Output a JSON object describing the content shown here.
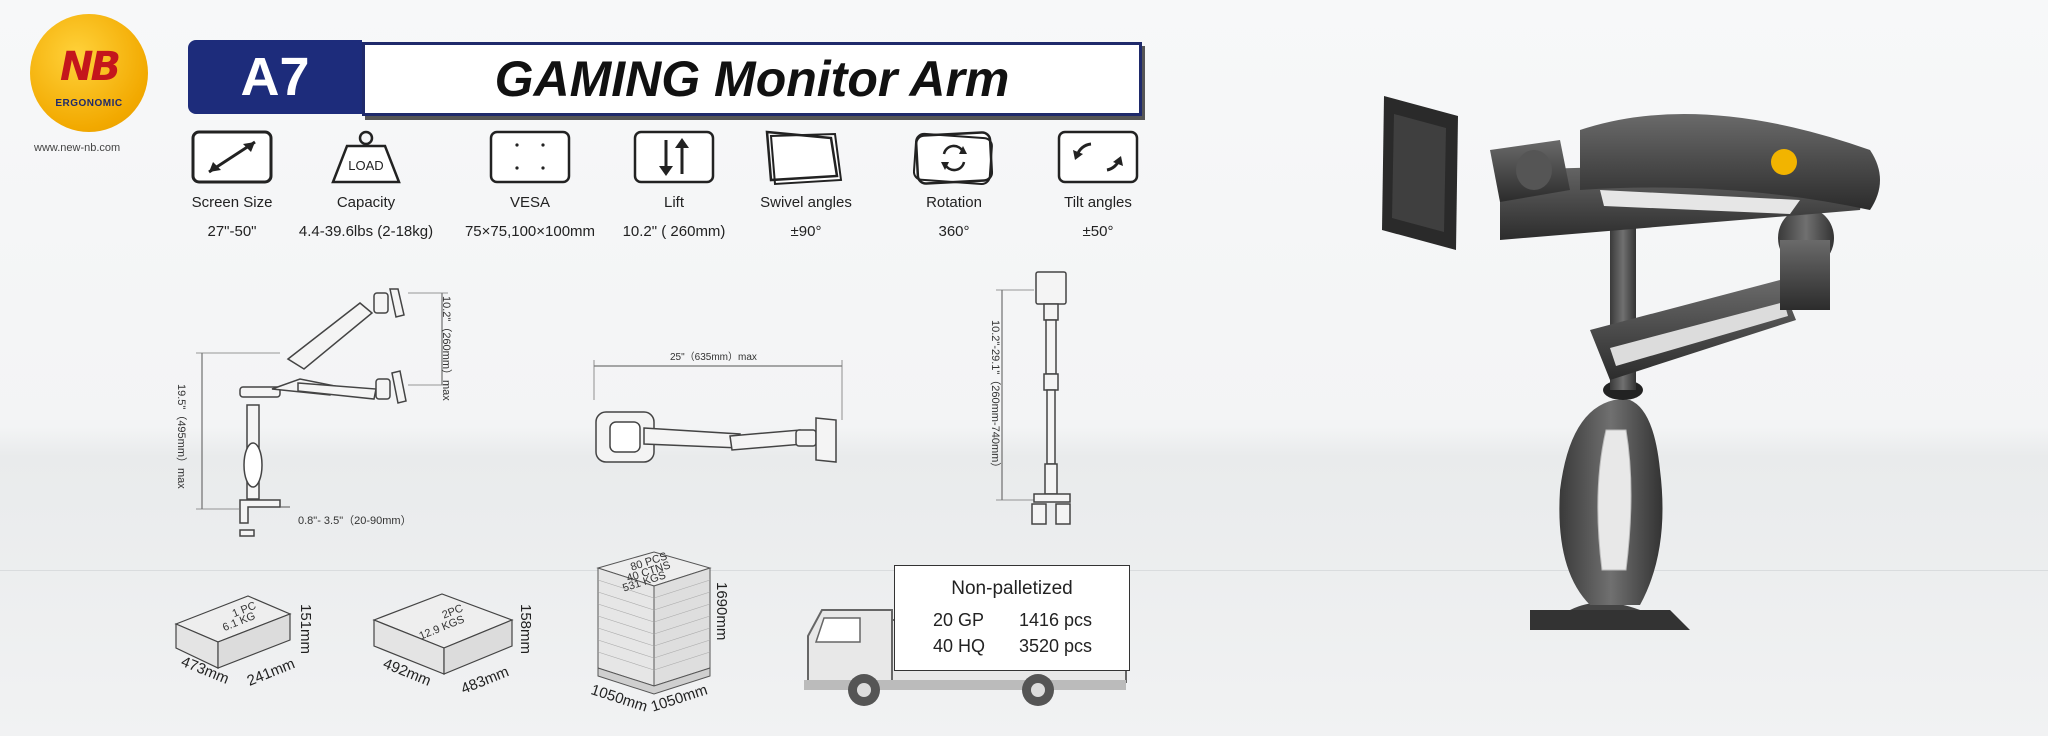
{
  "brand": {
    "logo_text": "NB",
    "logo_sub": "ERGONOMIC",
    "website": "www.new-nb.com"
  },
  "title": {
    "model": "A7",
    "product": "GAMING Monitor Arm"
  },
  "specs": [
    {
      "icon": "screen-size-icon",
      "label": "Screen Size",
      "value": "27\"-50\""
    },
    {
      "icon": "load-weight-icon",
      "label": "Capacity",
      "value": "4.4-39.6lbs (2-18kg)",
      "icon_text": "LOAD"
    },
    {
      "icon": "vesa-icon",
      "label": "VESA",
      "value": "75×75,100×100mm"
    },
    {
      "icon": "lift-icon",
      "label": "Lift",
      "value": "10.2\" ( 260mm)"
    },
    {
      "icon": "swivel-icon",
      "label": "Swivel angles",
      "value": "±90°"
    },
    {
      "icon": "rotation-icon",
      "label": "Rotation",
      "value": "360°"
    },
    {
      "icon": "tilt-icon",
      "label": "Tilt angles",
      "value": "±50°"
    }
  ],
  "diagrams": {
    "side_height": "10.2\"（260mm）max",
    "side_total": "19.5\"（495mm）max",
    "clamp_range": "0.8\"- 3.5\"（20-90mm）",
    "top_reach": "25\"（635mm）max",
    "front_height": "10.2\"-29.1\"（260mm-740mm）"
  },
  "packaging": {
    "box1": {
      "label_line1": "1 PC",
      "label_line2": "6.1 KG",
      "w": "473mm",
      "d": "241mm",
      "h": "151mm"
    },
    "box2": {
      "label_line1": "2PC",
      "label_line2": "12.9 KGS",
      "w": "492mm",
      "d": "483mm",
      "h": "158mm"
    },
    "pallet": {
      "label_line1": "80 PCS",
      "label_line2": "40 CTNS",
      "label_line3": "531 KGS",
      "w": "1050mm",
      "d": "1050mm",
      "h": "1690mm"
    }
  },
  "shipping": {
    "title": "Non-palletized",
    "rows": [
      {
        "container": "20 GP",
        "qty": "1416 pcs"
      },
      {
        "container": "40 HQ",
        "qty": "3520 pcs"
      }
    ]
  },
  "colors": {
    "navy": "#1d2c7b",
    "logo_yellow": "#f2a900",
    "logo_red": "#c4161c"
  }
}
